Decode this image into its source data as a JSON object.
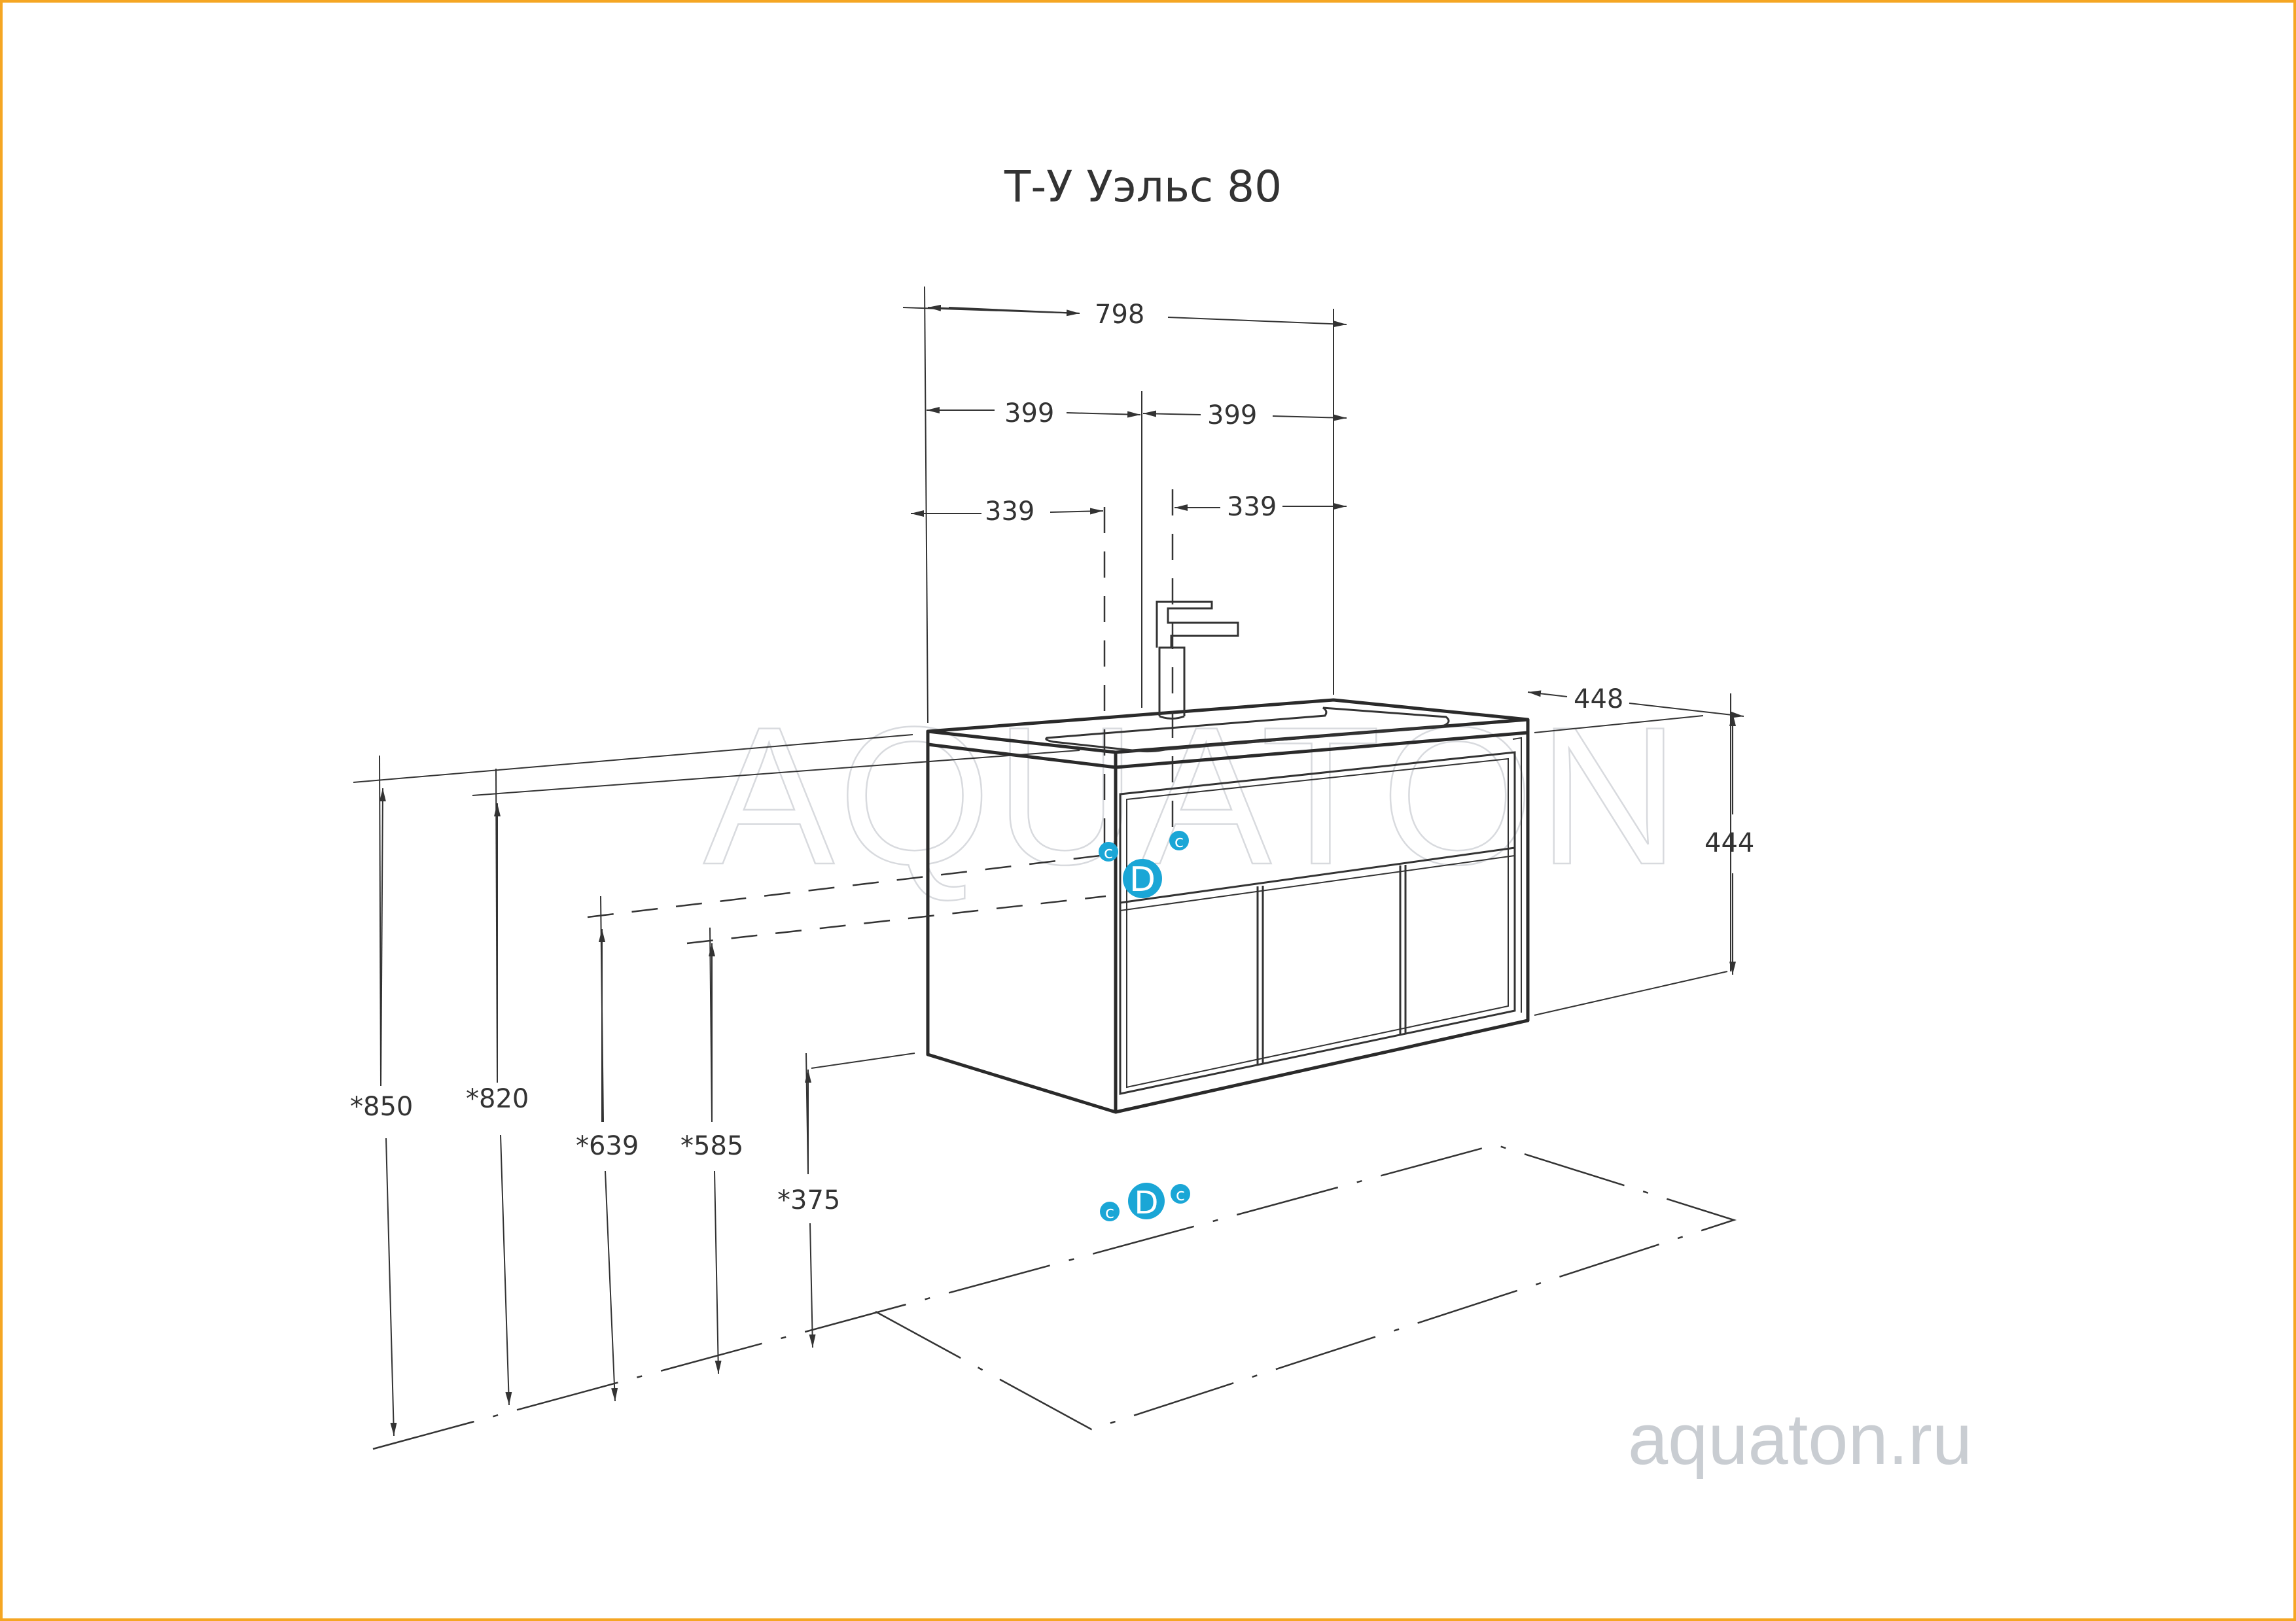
{
  "title": "Т-У Уэльс 80",
  "watermark": "AQUATON",
  "website": "aquaton.ru",
  "colors": {
    "border": "#f5a623",
    "connection": "#1aa6d6",
    "line": "#333333"
  },
  "dimensions": {
    "overall_width": "798",
    "half_left": "399",
    "half_right": "399",
    "pipe_left": "339",
    "pipe_right": "339",
    "depth": "448",
    "height": "444",
    "h_850": "*850",
    "h_820": "*820",
    "h_639": "*639",
    "h_585": "*585",
    "h_375": "*375"
  },
  "connections": {
    "upper": {
      "cold": "c",
      "drain": "D",
      "hot": "c"
    },
    "lower": {
      "cold": "c",
      "drain": "D",
      "hot": "c"
    }
  },
  "icons": {
    "faucet": "faucet-icon"
  }
}
